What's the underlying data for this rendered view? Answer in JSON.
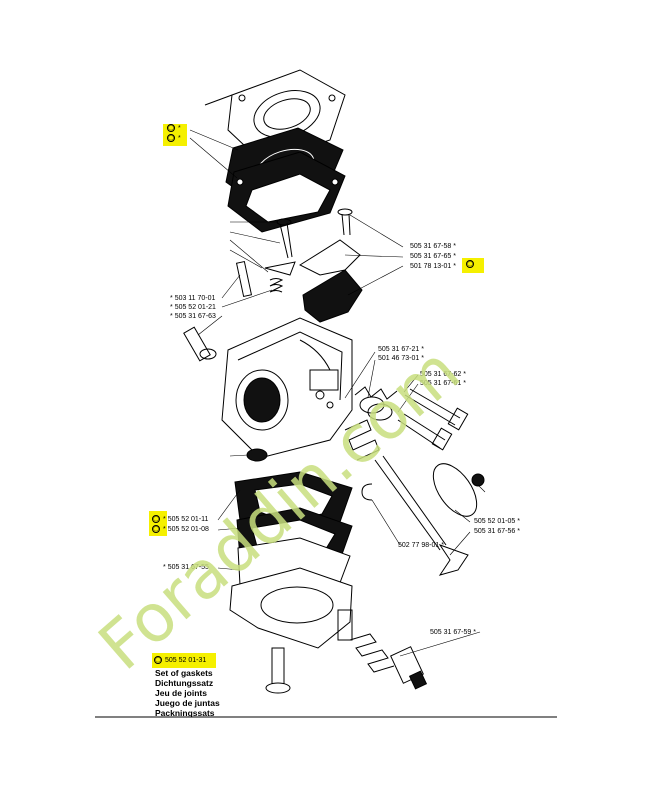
{
  "watermark": {
    "text": "Foraddin.com",
    "color": "#c8df7e"
  },
  "highlight_color": "#f5f000",
  "gasket_symbol": "gasket-set-symbol",
  "part_numbers": {
    "p1": "505 31 67-58",
    "p2": "505 31 67-65",
    "p3": "501 78 13-01",
    "p4": "503 11 70-01",
    "p5": "505 52 01-21",
    "p6": "505 31 67-63",
    "p7": "505 31 67-21",
    "p8": "501 46 73-01",
    "p9": "505 31 67-62",
    "p10": "505 31 67-61",
    "p11": "505 52 01-11",
    "p12": "505 52 01-08",
    "p13": "505 52 01-05",
    "p14": "505 31 67-56",
    "p15": "502 77 98-01",
    "p16": "505 31 67-55",
    "p17": "505 31 67-59",
    "set_number": "505 52 01-31"
  },
  "set_of_gaskets": {
    "en": "Set of gaskets",
    "de": "Dichtungssatz",
    "fr": "Jeu de joints",
    "es": "Juego de juntas",
    "sv": "Packningssats"
  },
  "markers": {
    "star": "*"
  }
}
